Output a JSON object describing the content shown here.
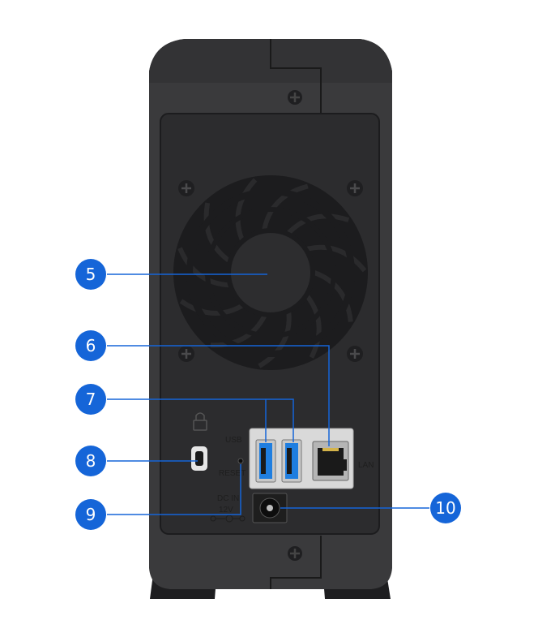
{
  "colors": {
    "badge": "#1565d8",
    "callout_line": "#1565d8",
    "chassis": "#3a3a3c",
    "panel": "#2c2c2e",
    "fan": "#1c1c1e",
    "usb_blue": "#1f7ee0"
  },
  "callouts": [
    {
      "id": "5",
      "label": "5",
      "target": "cooling-fan"
    },
    {
      "id": "6",
      "label": "6",
      "target": "lan-port"
    },
    {
      "id": "7",
      "label": "7",
      "target": "usb-ports"
    },
    {
      "id": "8",
      "label": "8",
      "target": "security-slot"
    },
    {
      "id": "9",
      "label": "9",
      "target": "reset-button"
    },
    {
      "id": "10",
      "label": "10",
      "target": "dc-in-port"
    }
  ],
  "port_labels": {
    "usb": "USB",
    "lan": "LAN",
    "reset": "RESET",
    "dc_in": "DC IN",
    "dc_voltage": "12V"
  }
}
